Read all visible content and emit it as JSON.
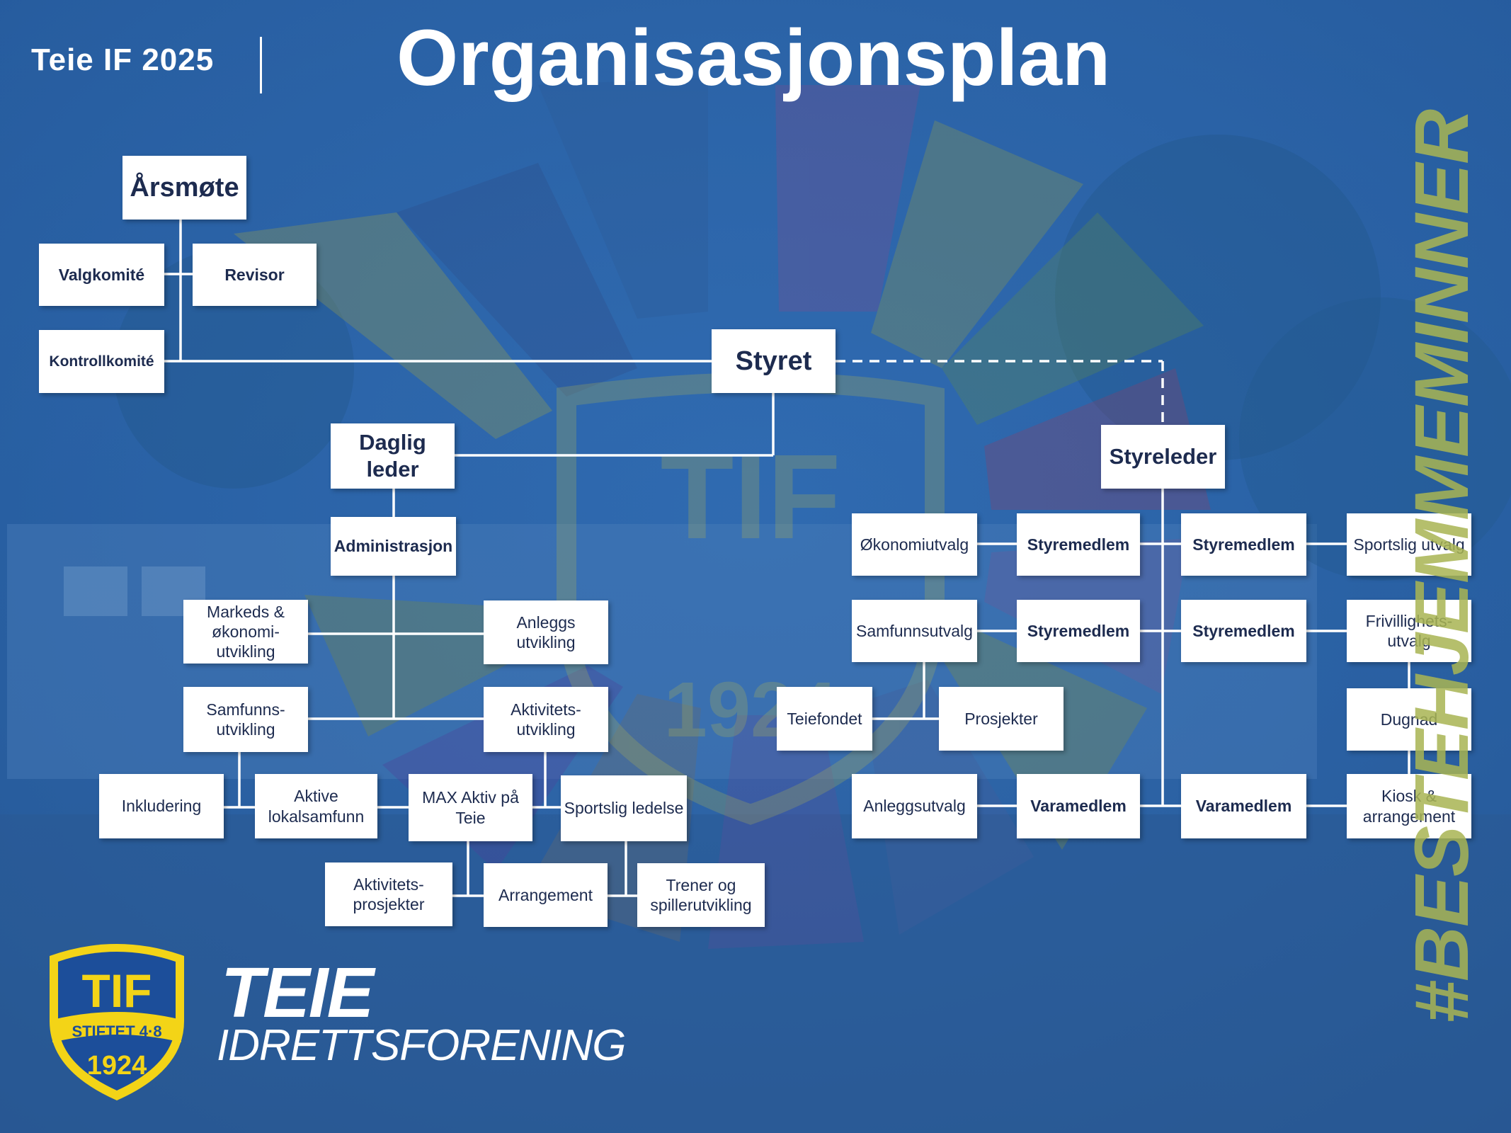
{
  "header": {
    "club_year": "Teie IF 2025",
    "title": "Organisasjonsplan"
  },
  "org": {
    "arsmote": "Årsmøte",
    "valgkomite": "Valgkomité",
    "revisor": "Revisor",
    "kontrollkomite": "Kontrollkomité",
    "styret": "Styret",
    "daglig_leder": "Daglig leder",
    "administrasjon": "Administrasjon",
    "markeds_okonomi": "Markeds &\nøkonomi-\nutvikling",
    "anleggs_utvikling": "Anleggs\nutvikling",
    "samfunns_utvikling": "Samfunns-\nutvikling",
    "aktivitets_utvikling": "Aktivitets-\nutvikling",
    "inkludering": "Inkludering",
    "aktive_lokalsamfunn": "Aktive\nlokalsamfunn",
    "max_aktiv": "MAX Aktiv på\nTeie",
    "sportslig_ledelse": "Sportslig ledelse",
    "aktivitets_prosjekter": "Aktivitets-\nprosjekter",
    "arrangement": "Arrangement",
    "trener_spillerutvikling": "Trener og\nspillerutvikling",
    "styreleder": "Styreleder",
    "okonomiutvalg": "Økonomiutvalg",
    "styremedlem_1": "Styremedlem",
    "styremedlem_2": "Styremedlem",
    "sportslig_utvalg": "Sportslig utvalg",
    "samfunnsutvalg": "Samfunnsutvalg",
    "styremedlem_3": "Styremedlem",
    "styremedlem_4": "Styremedlem",
    "frivillighetsutvalg": "Frivillighets-\nutvalg",
    "teiefondet": "Teiefondet",
    "prosjekter": "Prosjekter",
    "dugnad": "Dugnad",
    "anleggsutvalg": "Anleggsutvalg",
    "varamedlem_1": "Varamedlem",
    "varamedlem_2": "Varamedlem",
    "kiosk_arrangement": "Kiosk &\narrangement"
  },
  "footer": {
    "logo_text": "TIF",
    "logo_ribbon": "STIFTET 4·8",
    "logo_year": "1924",
    "brand_line1": "TEIE",
    "brand_line2": "IDRETTSFORENING"
  },
  "side_hashtag": "#BESTEHJEMMEMINNER",
  "colors": {
    "background": "#2c64a8",
    "box": "#ffffff",
    "box_text": "#1d2b4f",
    "line": "#ffffff",
    "badge_yellow": "#f3d417",
    "badge_blue": "#1c4e9a",
    "hashtag": "#a9b553"
  },
  "icons": [
    "club-crest-icon"
  ]
}
